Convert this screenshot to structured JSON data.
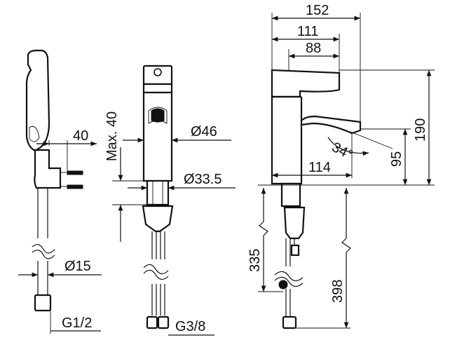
{
  "dimensions": {
    "hand_shower_hose_offset": "40",
    "hose_diameter": "Ø15",
    "hose_connection_thread": "G1/2",
    "max_deck_thickness": "Max. 40",
    "body_diameter": "Ø46",
    "shank_diameter": "Ø33.5",
    "supply_thread": "G3/8",
    "total_projection": "152",
    "lever_projection": "111",
    "spout_width": "88",
    "spout_reach": "114",
    "spout_angle": "34°",
    "spout_outlet_height": "95",
    "total_height": "190",
    "flexible_hose_length_short": "335",
    "flexible_hose_length_long": "398"
  }
}
